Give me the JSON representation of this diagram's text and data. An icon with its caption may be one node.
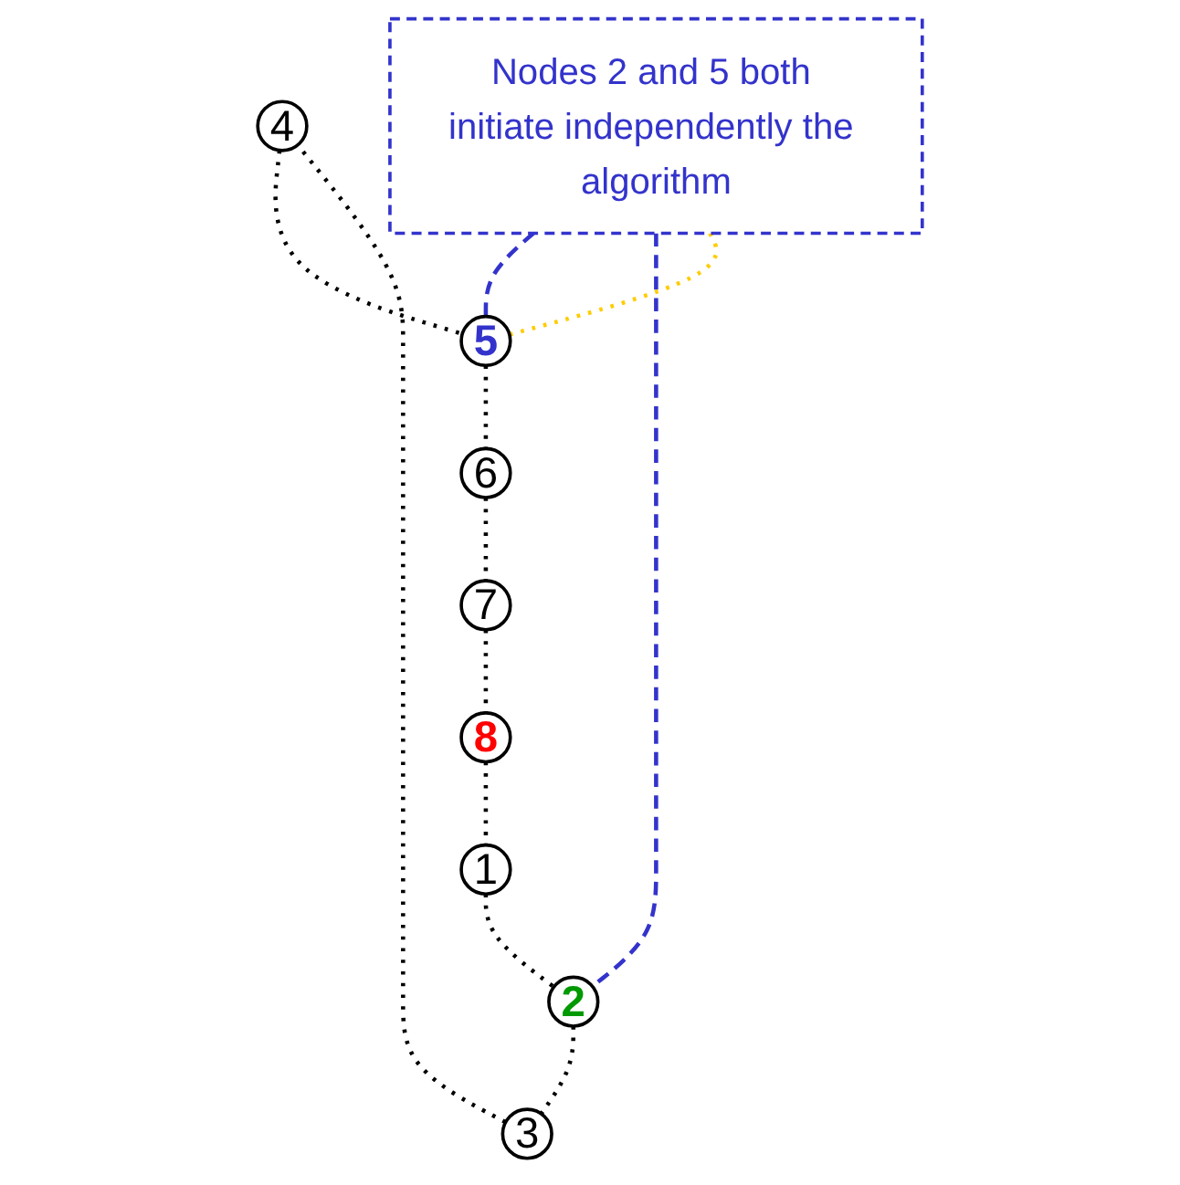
{
  "diagram": {
    "nodes": [
      {
        "text": [
          "4"
        ]
      },
      {
        "text": [
          "5"
        ]
      },
      {
        "text": [
          "3"
        ]
      },
      {
        "text": [
          "6"
        ]
      },
      {
        "text": [
          "Nodes 2 and 5 both initiate independently the algorithm"
        ]
      },
      {
        "text": [
          "2"
        ]
      },
      {
        "text": [
          "7"
        ]
      },
      {
        "text": [
          "1"
        ]
      },
      {
        "text": [
          "8"
        ]
      }
    ],
    "edges": [
      {
        "from": 0,
        "to": 1,
        "arrow": "none"
      },
      {
        "from": 1,
        "to": 3,
        "arrow": "none"
      },
      {
        "from": 3,
        "to": 6,
        "arrow": "none"
      },
      {
        "from": 6,
        "to": 8,
        "arrow": "none"
      },
      {
        "from": 8,
        "to": 7,
        "arrow": "none"
      },
      {
        "from": 7,
        "to": 5,
        "arrow": "none"
      },
      {
        "from": 5,
        "to": 2,
        "arrow": "none"
      },
      {
        "from": 2,
        "to": 0,
        "arrow": "none"
      },
      {
        "from": 4,
        "to": 1,
        "arrow": "none",
        "style": "dashed",
        "color": "#3333cc"
      },
      {
        "from": 4,
        "to": 5,
        "arrow": "none",
        "style": "dashed",
        "color": "#3333cc"
      },
      {
        "from": 4,
        "to": 1,
        "arrow": "none",
        "color": "#ffcc00"
      }
    ]
  }
}
